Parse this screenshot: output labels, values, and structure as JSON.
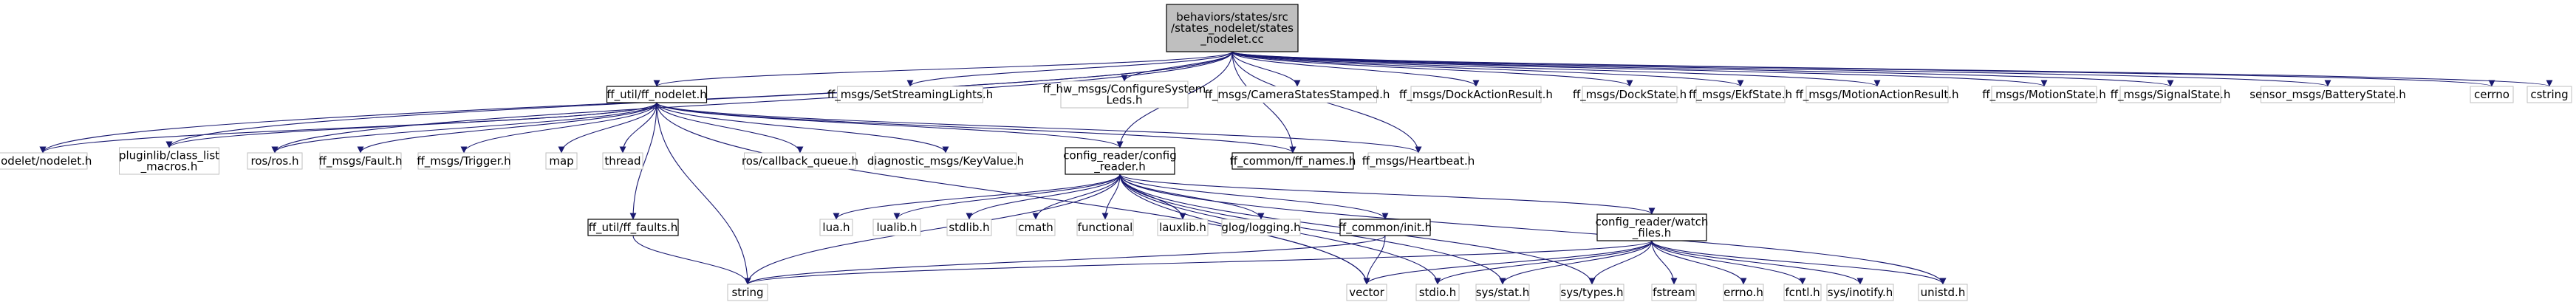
{
  "colors": {
    "root_fill": "#bfbfbf",
    "node_border_plain": "#bfbfbf",
    "node_border_doc": "#000000",
    "edge": "#191970"
  },
  "nodes": [
    {
      "id": "root",
      "lines": [
        "behaviors/states/src",
        "/states_nodelet/states",
        "_nodelet.cc"
      ],
      "style": "root"
    },
    {
      "id": "ff_nodelet",
      "lines": [
        "ff_util/ff_nodelet.h"
      ],
      "style": "doc"
    },
    {
      "id": "set_streaming_lights",
      "lines": [
        "ff_msgs/SetStreamingLights.h"
      ],
      "style": "plain"
    },
    {
      "id": "configure_system_leds",
      "lines": [
        "ff_hw_msgs/ConfigureSystem",
        "Leds.h"
      ],
      "style": "plain"
    },
    {
      "id": "camera_states_stamped",
      "lines": [
        "ff_msgs/CameraStatesStamped.h"
      ],
      "style": "plain"
    },
    {
      "id": "dock_action_result",
      "lines": [
        "ff_msgs/DockActionResult.h"
      ],
      "style": "plain"
    },
    {
      "id": "dock_state",
      "lines": [
        "ff_msgs/DockState.h"
      ],
      "style": "plain"
    },
    {
      "id": "ekf_state",
      "lines": [
        "ff_msgs/EkfState.h"
      ],
      "style": "plain"
    },
    {
      "id": "motion_action_result",
      "lines": [
        "ff_msgs/MotionActionResult.h"
      ],
      "style": "plain"
    },
    {
      "id": "motion_state",
      "lines": [
        "ff_msgs/MotionState.h"
      ],
      "style": "plain"
    },
    {
      "id": "signal_state",
      "lines": [
        "ff_msgs/SignalState.h"
      ],
      "style": "plain"
    },
    {
      "id": "battery_state",
      "lines": [
        "sensor_msgs/BatteryState.h"
      ],
      "style": "plain"
    },
    {
      "id": "cerrno",
      "lines": [
        "cerrno"
      ],
      "style": "plain"
    },
    {
      "id": "cstring",
      "lines": [
        "cstring"
      ],
      "style": "plain"
    },
    {
      "id": "nodelet",
      "lines": [
        "nodelet/nodelet.h"
      ],
      "style": "plain"
    },
    {
      "id": "class_list_macros",
      "lines": [
        "pluginlib/class_list",
        "_macros.h"
      ],
      "style": "plain"
    },
    {
      "id": "ros",
      "lines": [
        "ros/ros.h"
      ],
      "style": "plain"
    },
    {
      "id": "fault",
      "lines": [
        "ff_msgs/Fault.h"
      ],
      "style": "plain"
    },
    {
      "id": "trigger",
      "lines": [
        "ff_msgs/Trigger.h"
      ],
      "style": "plain"
    },
    {
      "id": "map",
      "lines": [
        "map"
      ],
      "style": "plain"
    },
    {
      "id": "thread",
      "lines": [
        "thread"
      ],
      "style": "plain"
    },
    {
      "id": "callback_queue",
      "lines": [
        "ros/callback_queue.h"
      ],
      "style": "plain"
    },
    {
      "id": "key_value",
      "lines": [
        "diagnostic_msgs/KeyValue.h"
      ],
      "style": "plain"
    },
    {
      "id": "config_reader",
      "lines": [
        "config_reader/config",
        "_reader.h"
      ],
      "style": "doc"
    },
    {
      "id": "ff_names",
      "lines": [
        "ff_common/ff_names.h"
      ],
      "style": "doc"
    },
    {
      "id": "heartbeat",
      "lines": [
        "ff_msgs/Heartbeat.h"
      ],
      "style": "plain"
    },
    {
      "id": "ff_faults",
      "lines": [
        "ff_util/ff_faults.h"
      ],
      "style": "doc"
    },
    {
      "id": "lua",
      "lines": [
        "lua.h"
      ],
      "style": "plain"
    },
    {
      "id": "lualib",
      "lines": [
        "lualib.h"
      ],
      "style": "plain"
    },
    {
      "id": "stdlib",
      "lines": [
        "stdlib.h"
      ],
      "style": "plain"
    },
    {
      "id": "cmath",
      "lines": [
        "cmath"
      ],
      "style": "plain"
    },
    {
      "id": "functional",
      "lines": [
        "functional"
      ],
      "style": "plain"
    },
    {
      "id": "lauxlib",
      "lines": [
        "lauxlib.h"
      ],
      "style": "plain"
    },
    {
      "id": "glog",
      "lines": [
        "glog/logging.h"
      ],
      "style": "plain"
    },
    {
      "id": "ff_init",
      "lines": [
        "ff_common/init.h"
      ],
      "style": "doc"
    },
    {
      "id": "watch_files",
      "lines": [
        "config_reader/watch",
        "_files.h"
      ],
      "style": "doc"
    },
    {
      "id": "string",
      "lines": [
        "string"
      ],
      "style": "plain"
    },
    {
      "id": "vector",
      "lines": [
        "vector"
      ],
      "style": "plain"
    },
    {
      "id": "stdio",
      "lines": [
        "stdio.h"
      ],
      "style": "plain"
    },
    {
      "id": "sys_stat",
      "lines": [
        "sys/stat.h"
      ],
      "style": "plain"
    },
    {
      "id": "sys_types",
      "lines": [
        "sys/types.h"
      ],
      "style": "plain"
    },
    {
      "id": "fstream",
      "lines": [
        "fstream"
      ],
      "style": "plain"
    },
    {
      "id": "errno",
      "lines": [
        "errno.h"
      ],
      "style": "plain"
    },
    {
      "id": "fcntl",
      "lines": [
        "fcntl.h"
      ],
      "style": "plain"
    },
    {
      "id": "inotify",
      "lines": [
        "sys/inotify.h"
      ],
      "style": "plain"
    },
    {
      "id": "unistd",
      "lines": [
        "unistd.h"
      ],
      "style": "plain"
    }
  ],
  "edges": [
    [
      "root",
      "ff_nodelet"
    ],
    [
      "root",
      "set_streaming_lights"
    ],
    [
      "root",
      "configure_system_leds"
    ],
    [
      "root",
      "camera_states_stamped"
    ],
    [
      "root",
      "dock_action_result"
    ],
    [
      "root",
      "dock_state"
    ],
    [
      "root",
      "ekf_state"
    ],
    [
      "root",
      "motion_action_result"
    ],
    [
      "root",
      "motion_state"
    ],
    [
      "root",
      "signal_state"
    ],
    [
      "root",
      "battery_state"
    ],
    [
      "root",
      "cerrno"
    ],
    [
      "root",
      "cstring"
    ],
    [
      "root",
      "nodelet"
    ],
    [
      "root",
      "class_list_macros"
    ],
    [
      "root",
      "ros"
    ],
    [
      "root",
      "config_reader"
    ],
    [
      "root",
      "ff_names"
    ],
    [
      "root",
      "heartbeat"
    ],
    [
      "ff_nodelet",
      "nodelet"
    ],
    [
      "ff_nodelet",
      "class_list_macros"
    ],
    [
      "ff_nodelet",
      "ros"
    ],
    [
      "ff_nodelet",
      "fault"
    ],
    [
      "ff_nodelet",
      "trigger"
    ],
    [
      "ff_nodelet",
      "map"
    ],
    [
      "ff_nodelet",
      "thread"
    ],
    [
      "ff_nodelet",
      "callback_queue"
    ],
    [
      "ff_nodelet",
      "key_value"
    ],
    [
      "ff_nodelet",
      "config_reader"
    ],
    [
      "ff_nodelet",
      "ff_names"
    ],
    [
      "ff_nodelet",
      "heartbeat"
    ],
    [
      "ff_nodelet",
      "ff_faults"
    ],
    [
      "ff_nodelet",
      "string"
    ],
    [
      "ff_nodelet",
      "vector"
    ],
    [
      "ff_faults",
      "string"
    ],
    [
      "config_reader",
      "lua"
    ],
    [
      "config_reader",
      "lualib"
    ],
    [
      "config_reader",
      "stdlib"
    ],
    [
      "config_reader",
      "cmath"
    ],
    [
      "config_reader",
      "functional"
    ],
    [
      "config_reader",
      "lauxlib"
    ],
    [
      "config_reader",
      "glog"
    ],
    [
      "config_reader",
      "ff_init"
    ],
    [
      "config_reader",
      "watch_files"
    ],
    [
      "config_reader",
      "string"
    ],
    [
      "config_reader",
      "vector"
    ],
    [
      "config_reader",
      "stdio"
    ],
    [
      "config_reader",
      "sys_stat"
    ],
    [
      "config_reader",
      "sys_types"
    ],
    [
      "config_reader",
      "unistd"
    ],
    [
      "ff_init",
      "vector"
    ],
    [
      "ff_init",
      "string"
    ],
    [
      "watch_files",
      "string"
    ],
    [
      "watch_files",
      "vector"
    ],
    [
      "watch_files",
      "stdio"
    ],
    [
      "watch_files",
      "sys_stat"
    ],
    [
      "watch_files",
      "sys_types"
    ],
    [
      "watch_files",
      "fstream"
    ],
    [
      "watch_files",
      "errno"
    ],
    [
      "watch_files",
      "fcntl"
    ],
    [
      "watch_files",
      "inotify"
    ],
    [
      "watch_files",
      "unistd"
    ]
  ]
}
